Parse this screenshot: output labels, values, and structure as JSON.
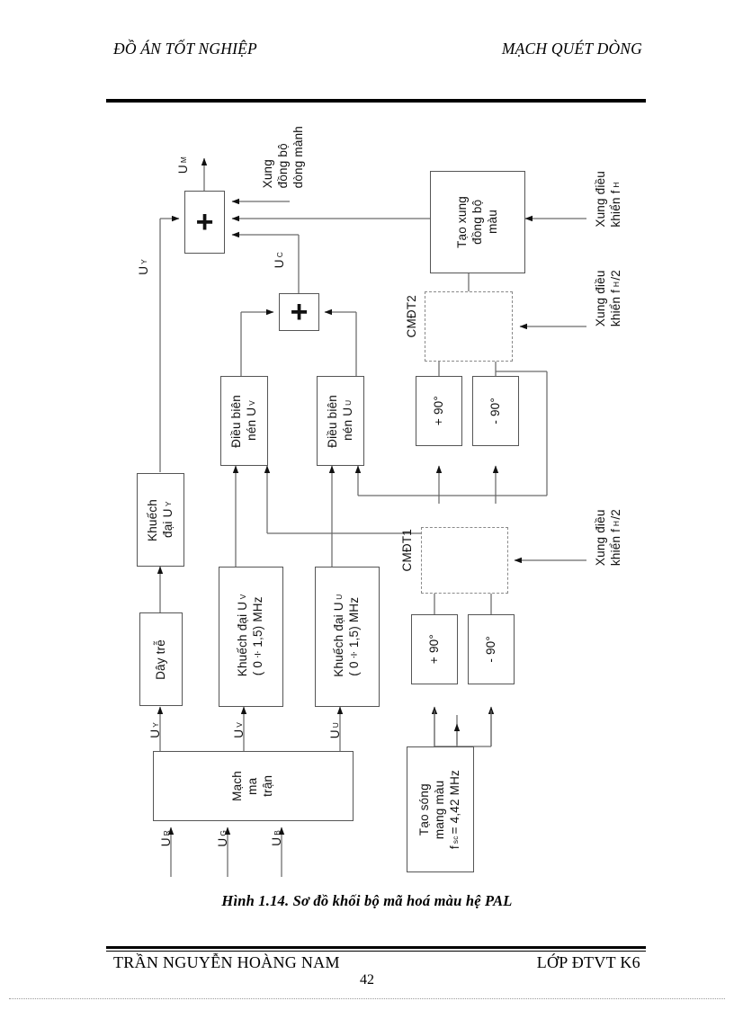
{
  "header": {
    "left": "ĐỒ ÁN TỐT NGHIỆP",
    "right": "MẠCH QUÉT DÒNG"
  },
  "footer": {
    "left": "TRẦN NGUYỄN HOÀNG NAM",
    "right": "LỚP ĐTVT K6",
    "page_number": "42"
  },
  "figure": {
    "caption": "Hình 1.14. Sơ đồ khối bộ mã hoá màu hệ PAL",
    "blocks": {
      "adder_main": "+",
      "adder_chroma": "+",
      "sync_color_gen": "Tạo xung\nđồng bộ\nmàu",
      "switch2": "CMĐT2",
      "switch1": "CMĐT1",
      "phase_plus90_top": "+ 90°",
      "phase_minus90_top": "- 90°",
      "phase_plus90_bot": "+ 90°",
      "phase_minus90_bot": "- 90°",
      "mod_v": "Điều biên\nnén U",
      "mod_v_sub": "V",
      "mod_u": "Điều biên\nnén U",
      "mod_u_sub": "U",
      "amp_y": "Khuếch\nđại U",
      "amp_y_sub": "Y",
      "delay_line": "Dây trễ",
      "amp_v_line1": "Khuếch đại U",
      "amp_v_sub": "V",
      "amp_v_line2": "( 0÷1,5) MHz",
      "amp_u_line1": "Khuếch đại U",
      "amp_u_sub": "U",
      "amp_u_line2": "( 0÷1,5) MHz",
      "matrix": "Mạch\nma\ntrận",
      "carrier_gen_line1": "Tạo sóng",
      "carrier_gen_line2": "mang màu",
      "carrier_gen_line3": "f",
      "carrier_gen_sub": "sc",
      "carrier_gen_line3b": " = 4,42 MHz"
    },
    "signal_labels": {
      "u_m": "U",
      "u_m_sub": "M",
      "u_y_left": "U",
      "u_y_left_sub": "Y",
      "u_c": "U",
      "u_c_sub": "C",
      "u_y_in": "U",
      "u_y_in_sub": "Y",
      "u_v_in": "U",
      "u_v_in_sub": "V",
      "u_u_in": "U",
      "u_u_in_sub": "U",
      "u_r": "U",
      "u_r_sub": "R",
      "u_g": "U",
      "u_g_sub": "G",
      "u_b": "U",
      "u_b_sub": "B"
    },
    "annotations": {
      "sync_pulse": "Xung\nđồng bộ\ndòng mành",
      "ctrl_fh": "Xung điều\nkhiển f",
      "ctrl_fh_sub": "H",
      "ctrl_fh_half_top": "Xung điều\nkhiển f",
      "ctrl_fh_half_top_sub": "H",
      "ctrl_fh_half_top_tail": " /2",
      "ctrl_fh_half_bot": "Xung điều\nkhiển f",
      "ctrl_fh_half_bot_sub": "H",
      "ctrl_fh_half_bot_tail": " /2"
    }
  },
  "colors": {
    "ink": "#000000",
    "line": "#555555",
    "dashed": "#8a8a8a"
  }
}
